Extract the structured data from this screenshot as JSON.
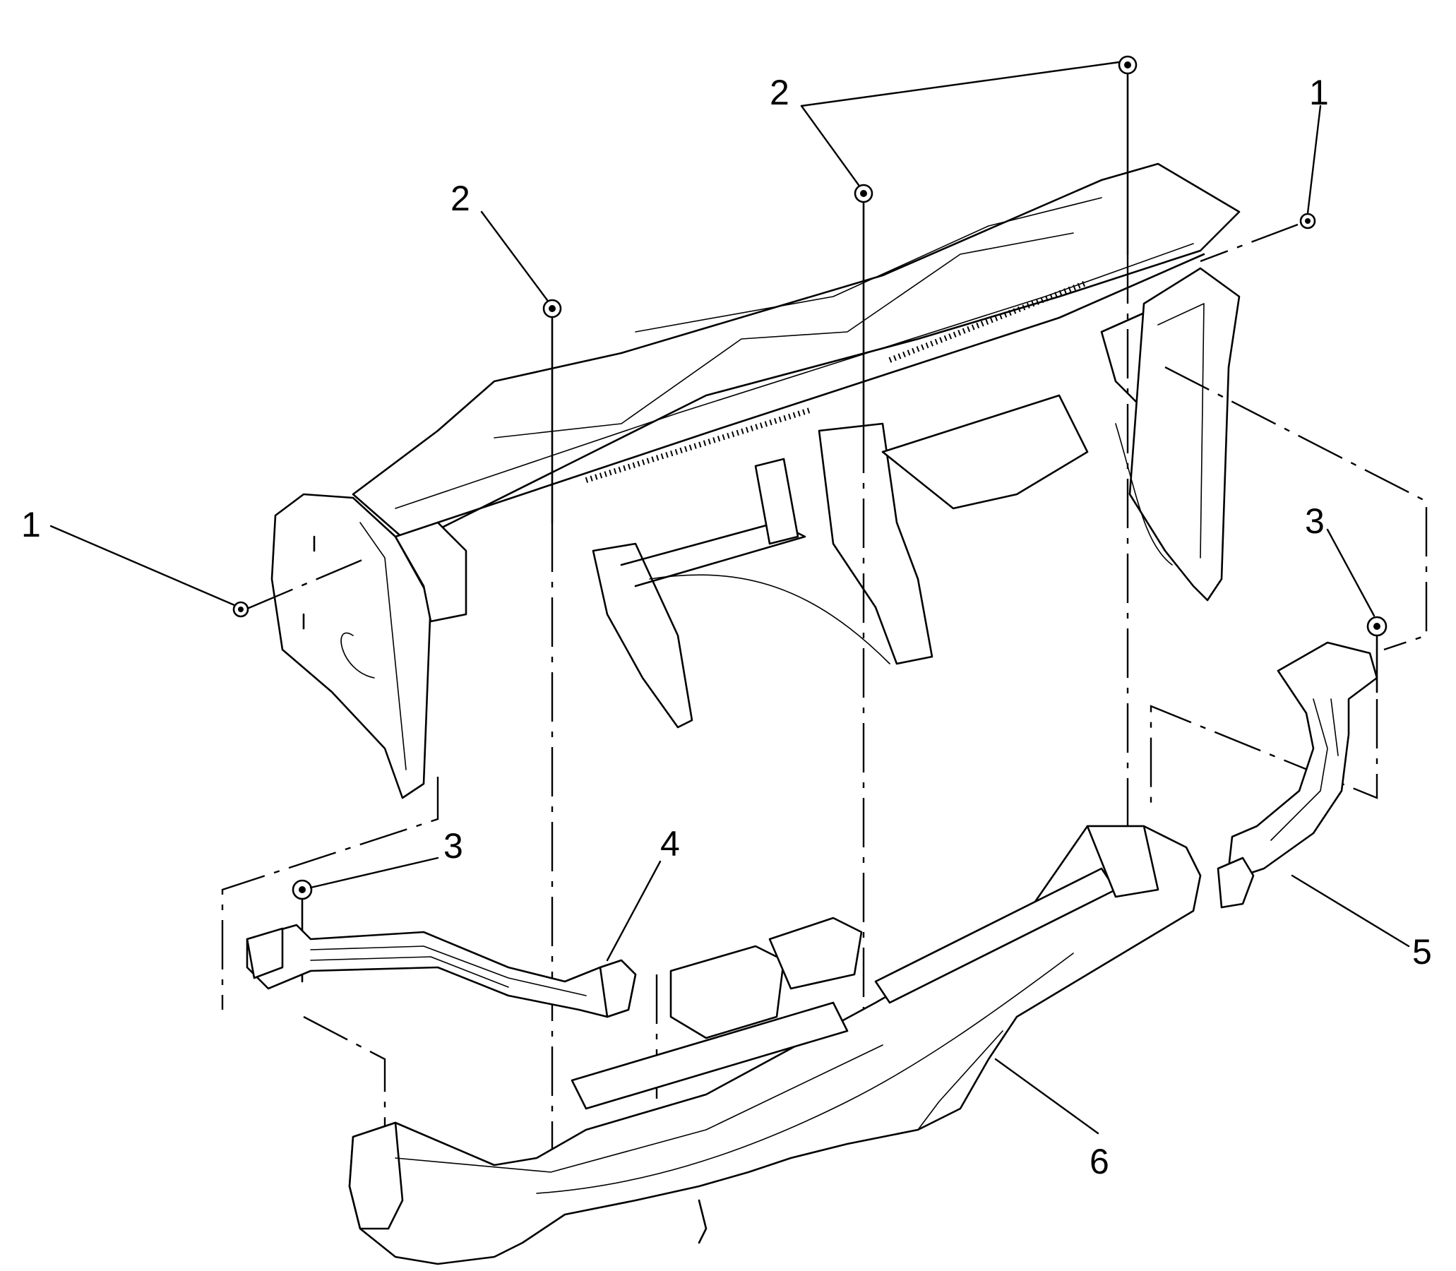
{
  "diagram": {
    "callouts": [
      {
        "id": "c1-left",
        "text": "1"
      },
      {
        "id": "c1-right",
        "text": "1"
      },
      {
        "id": "c2-left",
        "text": "2"
      },
      {
        "id": "c2-center",
        "text": "2"
      },
      {
        "id": "c3-left",
        "text": "3"
      },
      {
        "id": "c3-right",
        "text": "3"
      },
      {
        "id": "c4",
        "text": "4"
      },
      {
        "id": "c5",
        "text": "5"
      },
      {
        "id": "c6",
        "text": "6"
      }
    ]
  }
}
